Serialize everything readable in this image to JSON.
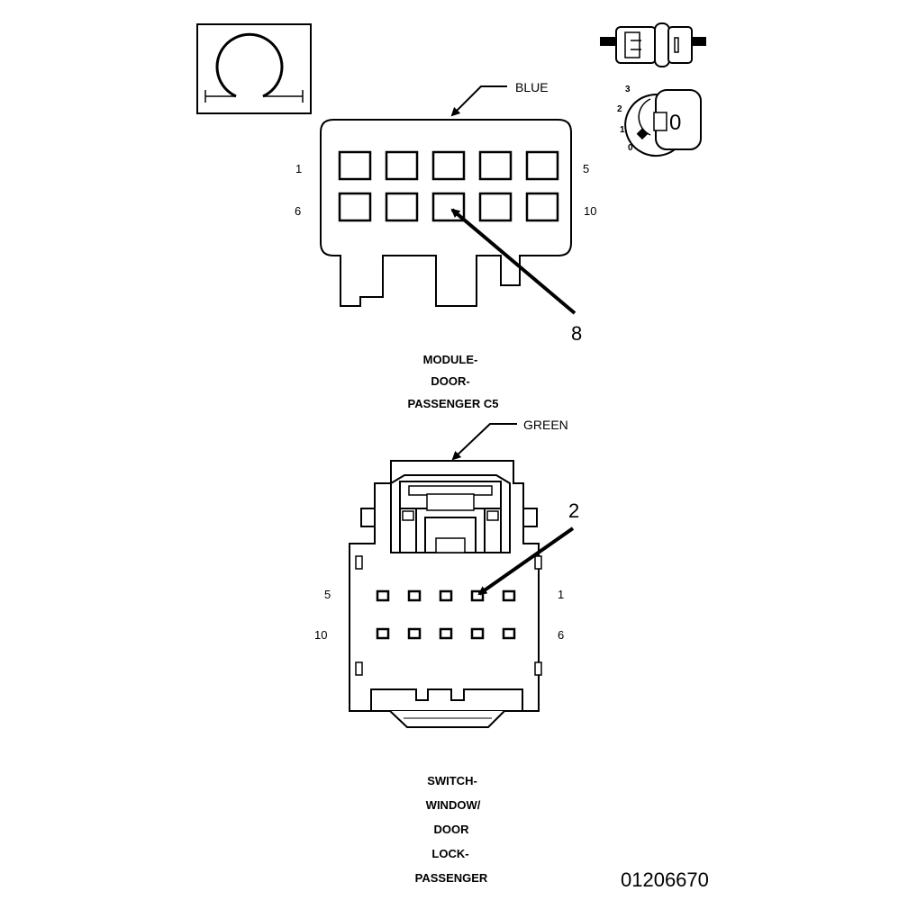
{
  "colors": {
    "ink": "#000000",
    "paper": "#ffffff",
    "shade": "#d9d9d9"
  },
  "icons": [
    "omega-symbol-icon",
    "inline-connector-icon",
    "ignition-key-icon"
  ],
  "ignition": {
    "positions": [
      "3",
      "2",
      "1",
      "0"
    ],
    "key_label": "0"
  },
  "connector_top": {
    "color_label": "BLUE",
    "pin_labels": {
      "top_left": "1",
      "top_right": "5",
      "bottom_left": "6",
      "bottom_right": "10"
    },
    "callout": "8",
    "title_lines": [
      "MODULE-",
      "DOOR-",
      "PASSENGER C5"
    ]
  },
  "connector_bottom": {
    "color_label": "GREEN",
    "pin_labels": {
      "top_left": "5",
      "top_right": "1",
      "bottom_left": "10",
      "bottom_right": "6"
    },
    "callout": "2",
    "title_lines": [
      "SWITCH-",
      "WINDOW/",
      "DOOR",
      "LOCK-",
      "PASSENGER"
    ]
  },
  "figure_number": "01206670"
}
